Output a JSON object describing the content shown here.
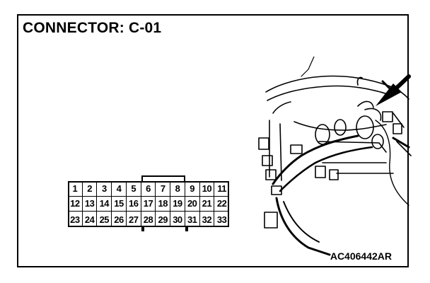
{
  "title": "CONNECTOR: C-01",
  "figure_code": "AC406442AR",
  "connector": {
    "rows": [
      [
        "1",
        "2",
        "3",
        "4",
        "5",
        "6",
        "7",
        "8",
        "9",
        "10",
        "11"
      ],
      [
        "12",
        "13",
        "14",
        "15",
        "16",
        "17",
        "18",
        "19",
        "20",
        "21",
        "22"
      ],
      [
        "23",
        "24",
        "25",
        "26",
        "27",
        "28",
        "29",
        "30",
        "31",
        "32",
        "33"
      ]
    ]
  },
  "illustration": {
    "subject-icon": "dashboard-wiring-harness-icon",
    "pointer-icon": "arrow-icon"
  },
  "colors": {
    "ink": "#000000",
    "paper": "#ffffff"
  }
}
